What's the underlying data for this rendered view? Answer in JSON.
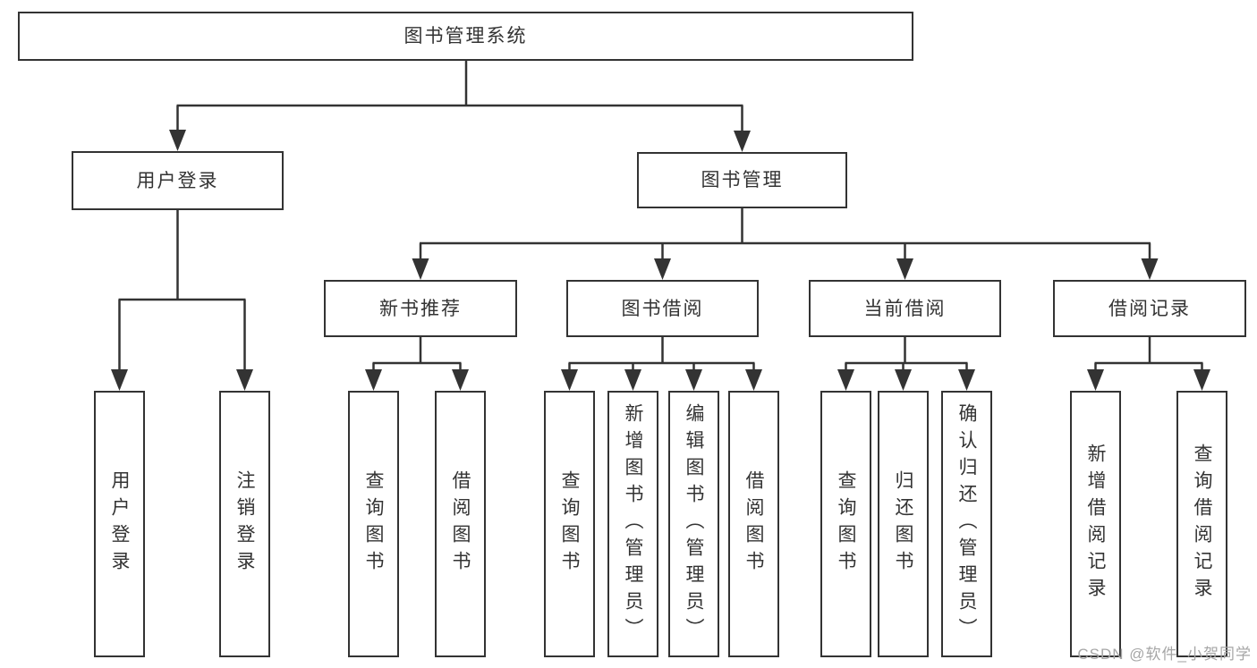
{
  "diagram_title": "图书管理系统",
  "tree": {
    "root": {
      "label": "图书管理系统",
      "children": [
        {
          "label": "用户登录",
          "children": [
            {
              "label": "用户登录"
            },
            {
              "label": "注销登录"
            }
          ]
        },
        {
          "label": "图书管理",
          "children": [
            {
              "label": "新书推荐",
              "children": [
                {
                  "label": "查询图书"
                },
                {
                  "label": "借阅图书"
                }
              ]
            },
            {
              "label": "图书借阅",
              "children": [
                {
                  "label": "查询图书"
                },
                {
                  "label": "新增图书（管理员）"
                },
                {
                  "label": "编辑图书（管理员）"
                },
                {
                  "label": "借阅图书"
                }
              ]
            },
            {
              "label": "当前借阅",
              "children": [
                {
                  "label": "查询图书"
                },
                {
                  "label": "归还图书"
                },
                {
                  "label": "确认归还（管理员）"
                }
              ]
            },
            {
              "label": "借阅记录",
              "children": [
                {
                  "label": "新增借阅记录"
                },
                {
                  "label": "查询借阅记录"
                }
              ]
            }
          ]
        }
      ]
    }
  },
  "watermark": {
    "text": "CSDN @软件_小贺同学"
  },
  "colors": {
    "line": "#333333",
    "text": "#333333",
    "background": "#ffffff",
    "watermark": "#a6a6a6"
  }
}
